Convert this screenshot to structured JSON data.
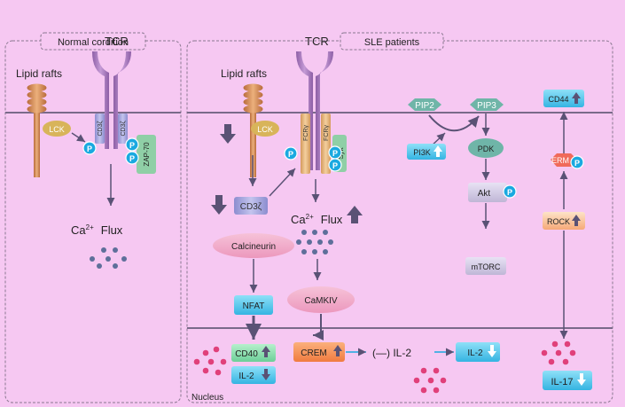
{
  "panels": {
    "normal": {
      "title": "Normal cordition",
      "lipid_rafts": "Lipid rafts",
      "tcr": "TCR",
      "lck": "LCK",
      "cd3z_1": "CD3ζ",
      "cd3z_2": "CD3ζ",
      "zap70": "ZAP-70",
      "ca_flux_base": "Ca",
      "ca_flux_sup": "2+",
      "ca_flux_word": "Flux"
    },
    "sle": {
      "title": "SLE patients",
      "lipid_rafts": "Lipid rafts",
      "tcr": "TCR",
      "lck": "LCK",
      "cd3z": "CD3ζ",
      "fcry_1": "FCRγ",
      "fcry_2": "FCRγ",
      "syk": "Syk",
      "ca_flux_base": "Ca",
      "ca_flux_sup": "2+",
      "ca_flux_word": "Flux",
      "calcineurin": "Calcineurin",
      "camkiv": "CaMKIV",
      "nfat": "NFAT",
      "cd40": "CD40",
      "il2_left": "IL-2",
      "crem": "CREM",
      "il2_mid": "(—)  IL-2",
      "il2_right": "IL-2",
      "pip2": "PIP2",
      "pip3": "PIP3",
      "pi3k": "PI3K",
      "pdk": "PDK",
      "akt": "Akt",
      "mtorc": "mTORC",
      "cd44": "CD44",
      "erm": "ERM",
      "rock": "ROCK",
      "il17": "IL-17",
      "nucleus": "Nucleus"
    }
  },
  "phospho_label": "P",
  "colors": {
    "background": "#f6c8f2",
    "membrane": "#7a6a8a",
    "tcr": "#a679b8",
    "raft": "#d28d55",
    "lck": "#d8b45a",
    "cd3": "#a4a5de",
    "fcry": "#e6b47a",
    "zap_syk": "#8fcfa6",
    "phospho": "#1aa9e0",
    "ellipse": "#f0a6c6",
    "blue_box": "#45c4ea",
    "pip": "#6fb5a8",
    "dot_blue": "#5e6f9a",
    "dot_pink": "#e0407a",
    "arrow_dark": "#5a5275"
  }
}
